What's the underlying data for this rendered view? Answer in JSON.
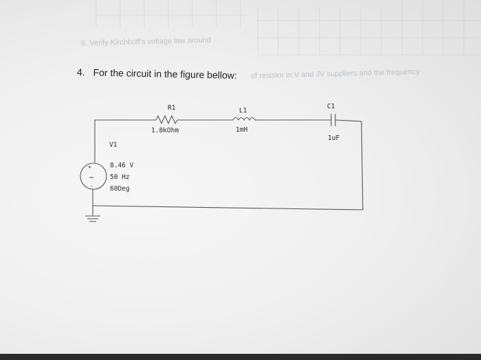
{
  "question": {
    "number": "4.",
    "text": "For the circuit in the figure bellow:"
  },
  "bleed_through": {
    "line1": "6. Verify Kirchhoff's voltage law around",
    "line2": "of resistor in V and JV suppliers and the frequency"
  },
  "circuit": {
    "r1": {
      "name": "R1",
      "value": "1.8kOhm"
    },
    "l1": {
      "name": "L1",
      "value": "1mH"
    },
    "c1": {
      "name": "C1",
      "value": "1uF"
    },
    "v1": {
      "name": "V1",
      "amplitude": "8.46 V",
      "frequency": "50 Hz",
      "phase": "60Deg",
      "plus": "+",
      "minus": "-",
      "symbol": "~"
    }
  },
  "colors": {
    "paper": "#f0f0f0",
    "ink": "#2a2a2a",
    "wire": "#555555"
  }
}
